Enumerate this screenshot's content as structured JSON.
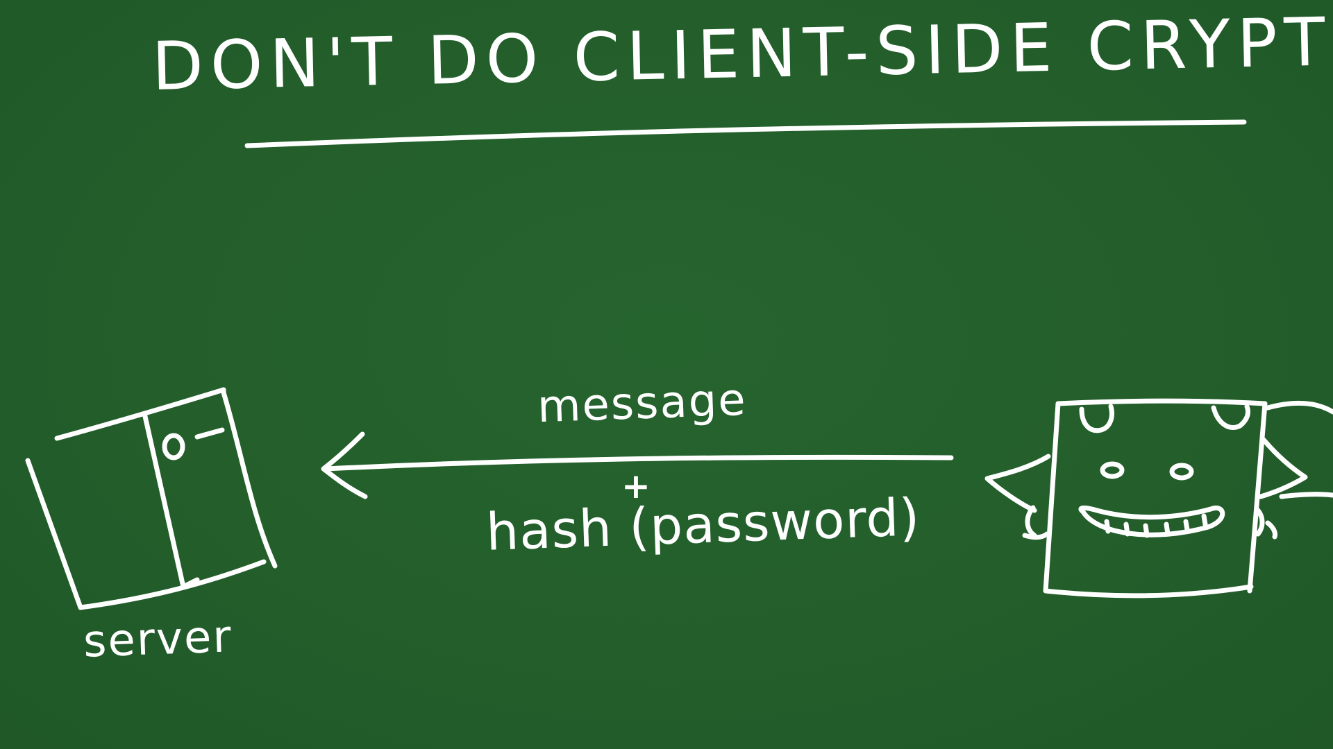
{
  "title": "Don't do client-side crypto",
  "message": {
    "label": "message",
    "plus": "+",
    "payload": "hash (password)"
  },
  "server": {
    "label": "server"
  },
  "colors": {
    "board": "#235e2b",
    "chalk": "#ffffff"
  },
  "icons": [
    "server-rack-icon",
    "arrow-left-icon",
    "devil-client-icon"
  ]
}
